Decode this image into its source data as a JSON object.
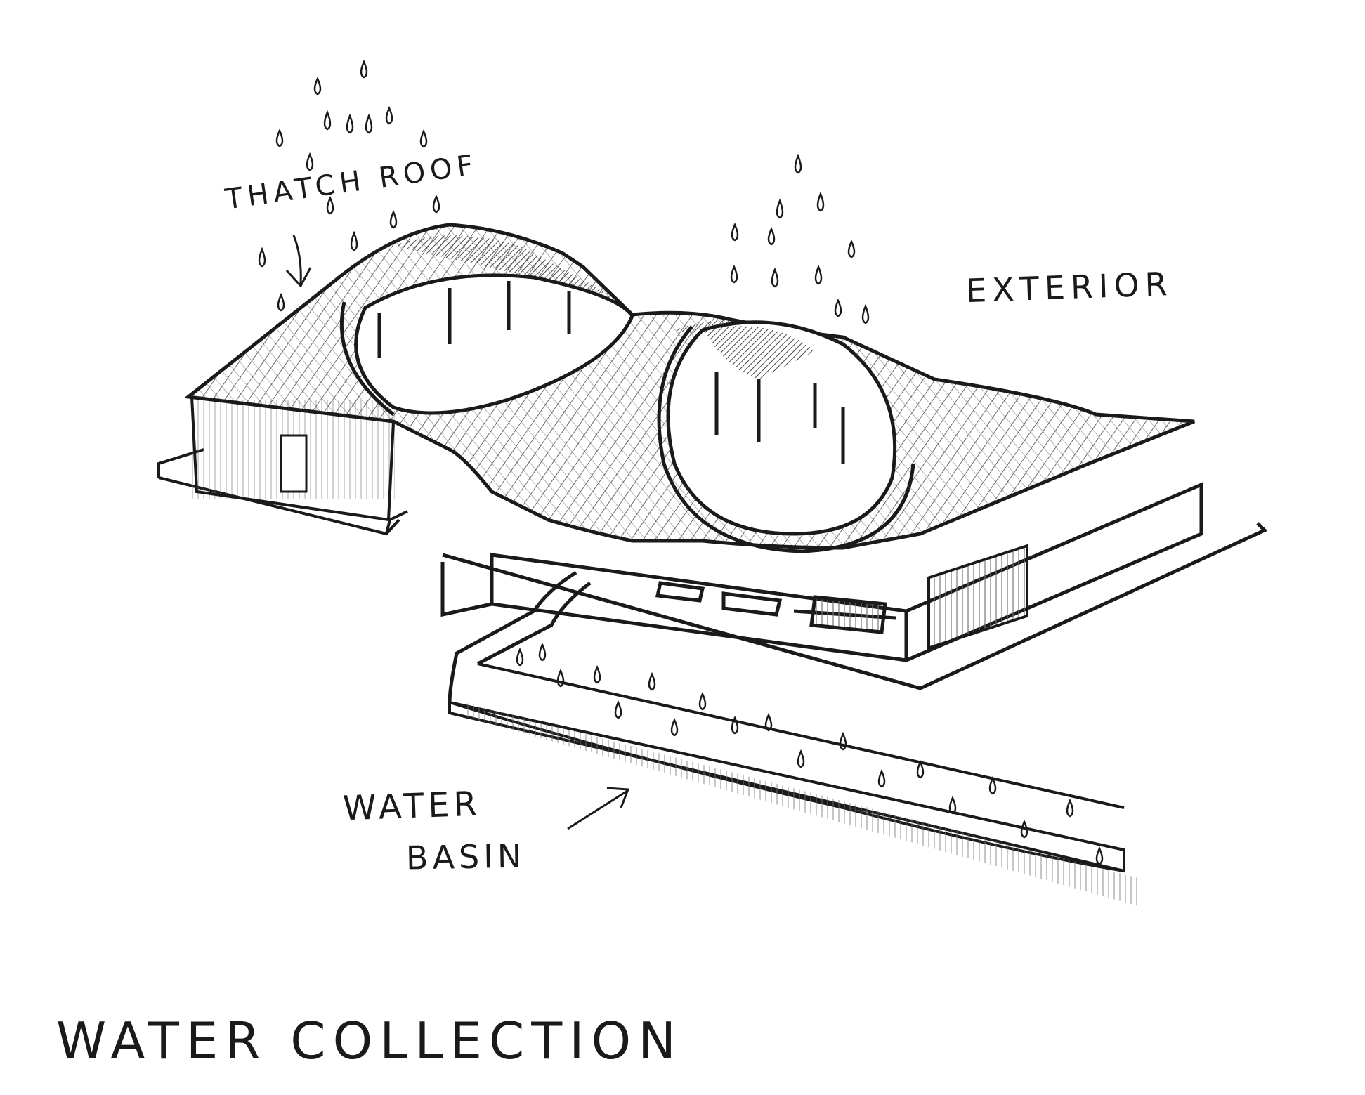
{
  "labels": {
    "thatch_roof": "THATCH ROOF",
    "exterior": "EXTERIOR",
    "water": "WATER",
    "basin": "BASIN",
    "title": "WATER COLLECTION"
  },
  "colors": {
    "ink": "#1a1a1a",
    "paper": "#ffffff",
    "shade": "#6b6b6b"
  }
}
